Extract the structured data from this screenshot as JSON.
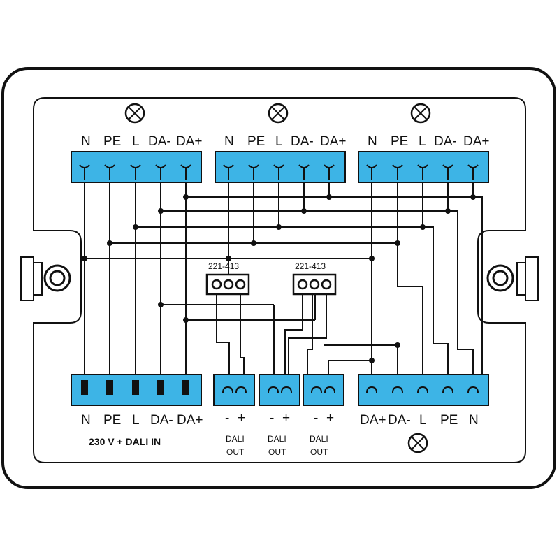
{
  "top_blocks": [
    {
      "terminals": [
        "N",
        "PE",
        "L",
        "DA-",
        "DA+"
      ]
    },
    {
      "terminals": [
        "N",
        "PE",
        "L",
        "DA-",
        "DA+"
      ]
    },
    {
      "terminals": [
        "N",
        "PE",
        "L",
        "DA-",
        "DA+"
      ]
    }
  ],
  "input_block": {
    "terminals": [
      "N",
      "PE",
      "L",
      "DA-",
      "DA+"
    ],
    "caption": "230 V + DALI IN"
  },
  "output_block": {
    "terminals": [
      "DA+",
      "DA-",
      "L",
      "PE",
      "N"
    ]
  },
  "dali_outputs": [
    {
      "terminals": [
        "-",
        "+"
      ],
      "label_line1": "DALI",
      "label_line2": "OUT"
    },
    {
      "terminals": [
        "-",
        "+"
      ],
      "label_line1": "DALI",
      "label_line2": "OUT"
    },
    {
      "terminals": [
        "-",
        "+"
      ],
      "label_line1": "DALI",
      "label_line2": "OUT"
    }
  ],
  "connectors": [
    {
      "label": "221-413"
    },
    {
      "label": "221-413"
    }
  ],
  "colors": {
    "terminal_fill": "#3db4e6",
    "line": "#111111"
  },
  "icons": [
    "lamp-symbol-icon",
    "mounting-screw-icon"
  ]
}
